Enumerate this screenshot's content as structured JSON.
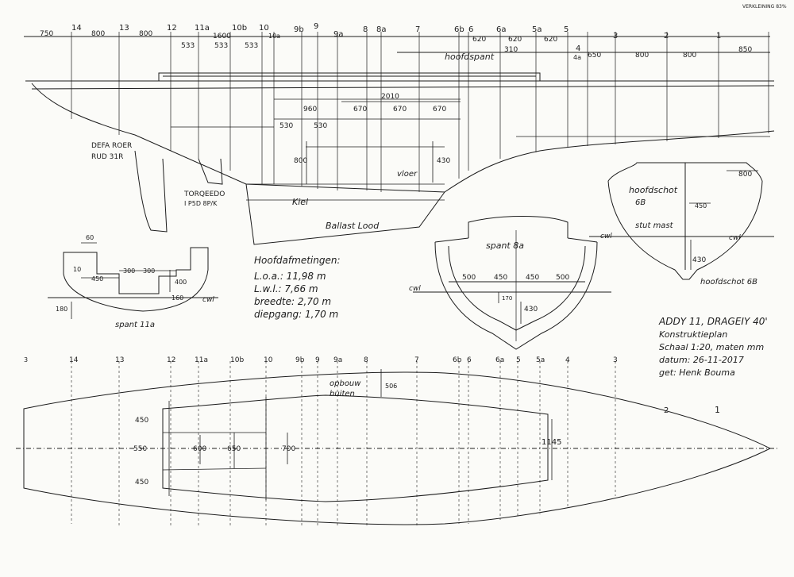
{
  "top_stations": [
    "14",
    "13",
    "12",
    "11a",
    "10b",
    "10",
    "10a",
    "9b",
    "9",
    "9a",
    "8",
    "8a",
    "7",
    "6b",
    "6",
    "6a",
    "5a",
    "5",
    "4",
    "4a",
    "3",
    "2",
    "1"
  ],
  "top_dims": [
    "750",
    "800",
    "800",
    "533",
    "1600",
    "533",
    "533",
    "620",
    "620",
    "620",
    "310",
    "650",
    "800",
    "800",
    "850"
  ],
  "side_dims": [
    "960",
    "670",
    "2010",
    "670",
    "670",
    "530",
    "530",
    "800",
    "430"
  ],
  "labels": {
    "hoofdspant": "hoofdspant",
    "defa_roer": "DEFA ROER",
    "rud": "RUD 31R",
    "torqeedo": "TORQEEDO",
    "torqeedo_sub": "I P5D 8P/K",
    "kiel": "Kiel",
    "ballast": "Ballast Lood",
    "vloer": "vloer"
  },
  "section_11a": {
    "title": "spant 11a",
    "dims": [
      "60",
      "10",
      "450",
      "300",
      "300",
      "400",
      "180",
      "160"
    ],
    "cwl": "cwl"
  },
  "main_dims": {
    "heading": "Hoofdafmetingen:",
    "lines": [
      "L.o.a.: 11,98 m",
      "L.w.l.: 7,66 m",
      "breedte: 2,70 m",
      "diepgang: 1,70 m"
    ]
  },
  "section_8a": {
    "title": "spant 8a",
    "dims": [
      "500",
      "450",
      "450",
      "500",
      "170",
      "430"
    ],
    "cwl": "cwl",
    "cwl_right": "cwl"
  },
  "section_6b": {
    "title": "hoofdschot",
    "sub1": "6B",
    "sub2": "stut mast",
    "dims": [
      "800",
      "450",
      "430"
    ],
    "cwl": "cwl",
    "bottom_label": "hoofdschot 6B"
  },
  "title_block": {
    "line1": "ADDY 11, DRAGEIY 40'",
    "line2": "Konstruktieplan",
    "line3": "Schaal 1:20, maten mm",
    "line4": "datum: 26-11-2017",
    "line5": "get: Henk Bouma"
  },
  "plan_stations": [
    "3",
    "14",
    "13",
    "12",
    "11a",
    "10b",
    "10",
    "9b",
    "9",
    "9a",
    "8",
    "7",
    "6b",
    "6",
    "6a",
    "5",
    "5a",
    "4",
    "3",
    "2",
    "1"
  ],
  "plan_labels": {
    "opbouw": "opbouw",
    "buiten": "buiten",
    "dim_506": "506",
    "dims_left": [
      "450",
      "550",
      "450"
    ],
    "dims_inner": [
      "600",
      "650",
      "700"
    ],
    "dim_right": "1145"
  },
  "corner_mark": "VERKLEINING 83%"
}
